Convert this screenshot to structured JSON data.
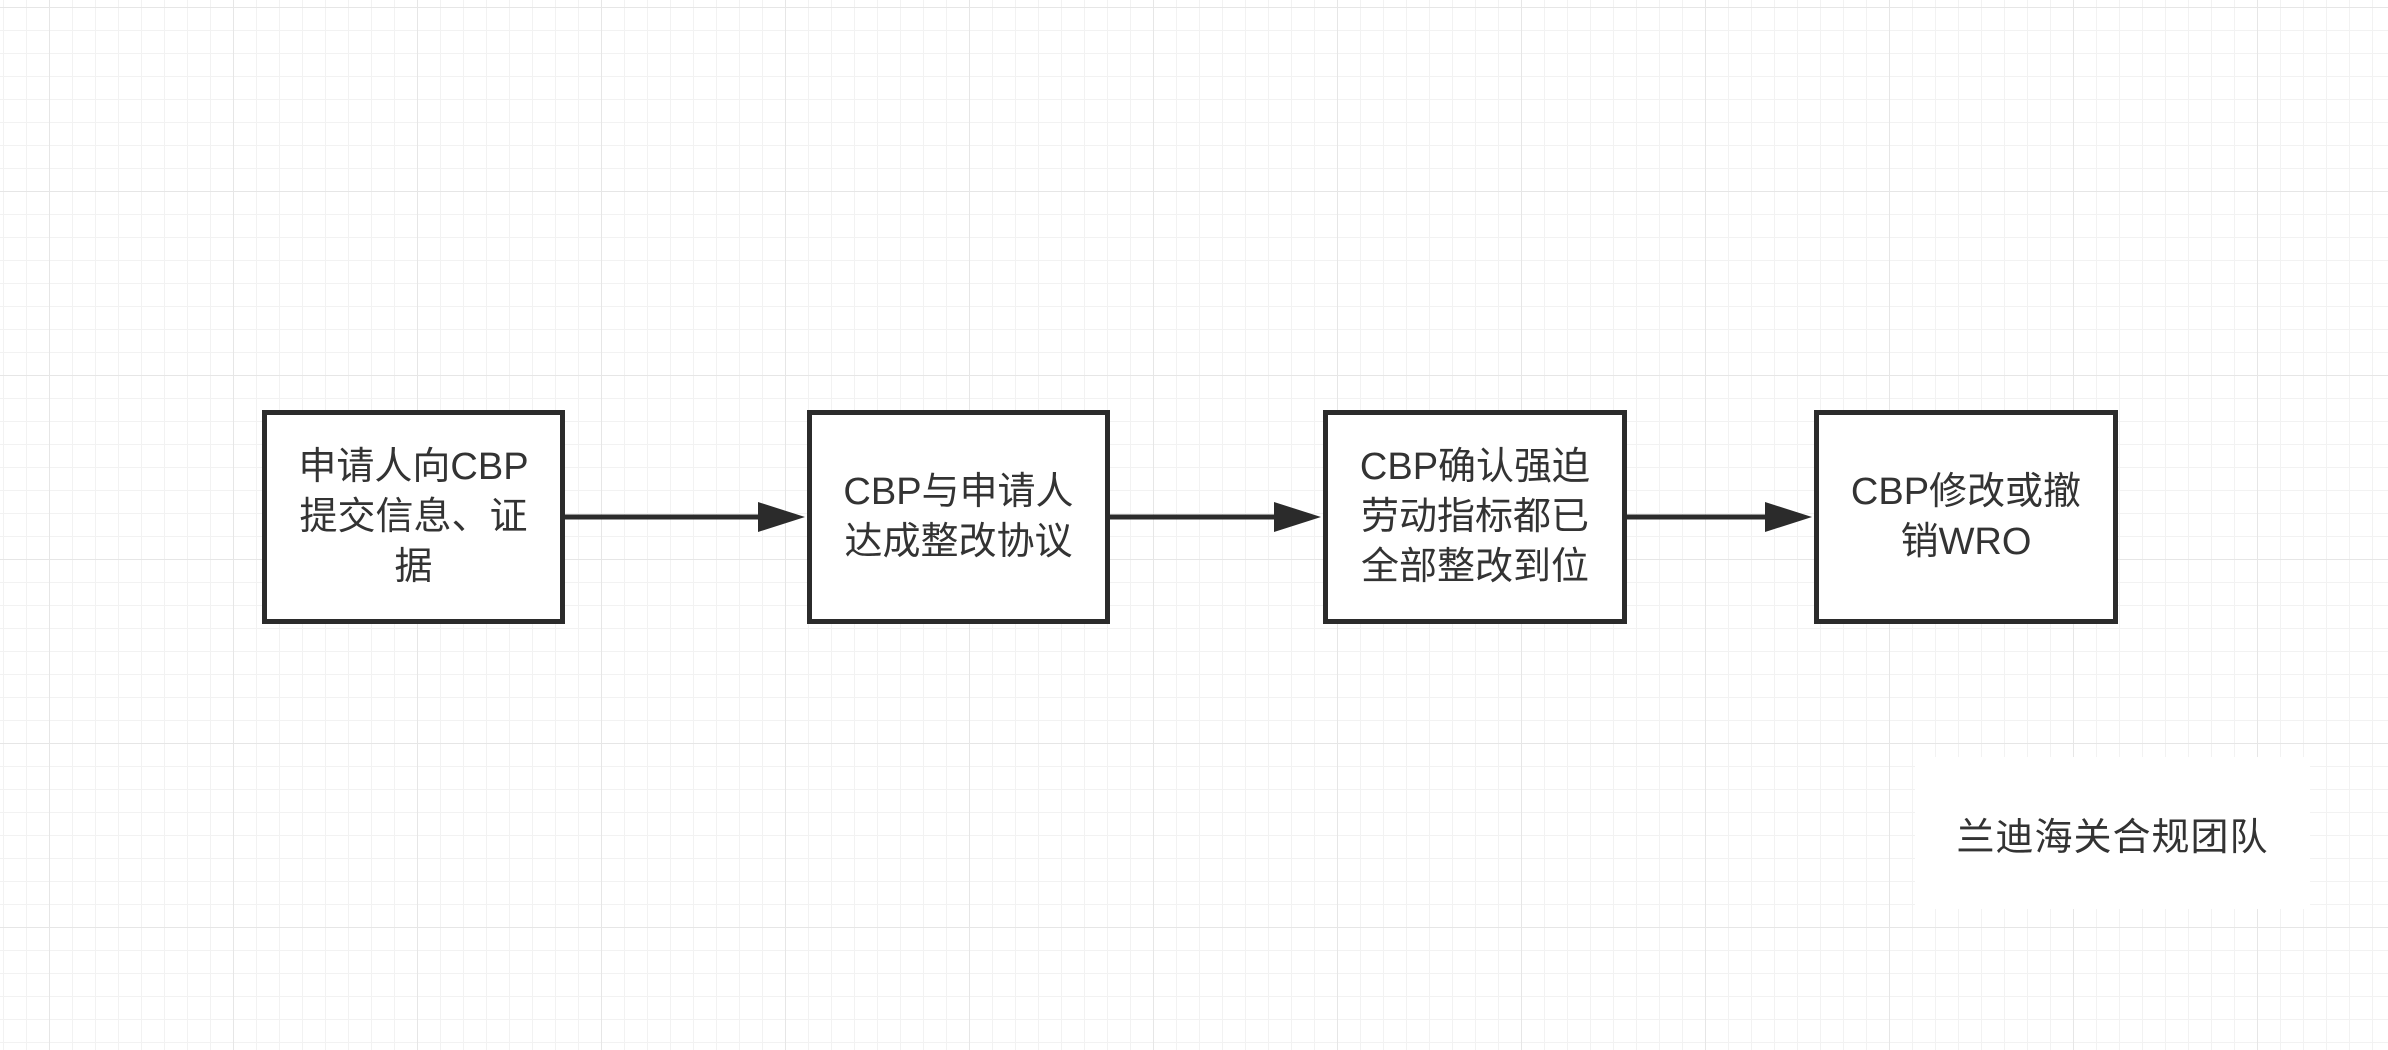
{
  "diagram": {
    "steps": [
      {
        "label": "申请人向CBP提交信息、证据"
      },
      {
        "label": "CBP与申请人达成整改协议"
      },
      {
        "label": "CBP确认强迫劳动指标都已全部整改到位"
      },
      {
        "label": "CBP修改或撤销WRO"
      }
    ],
    "connector_color": "#2b2b2b",
    "box_border_color": "#2b2b2b"
  },
  "watermark": {
    "text": "兰迪海关合规团队"
  }
}
